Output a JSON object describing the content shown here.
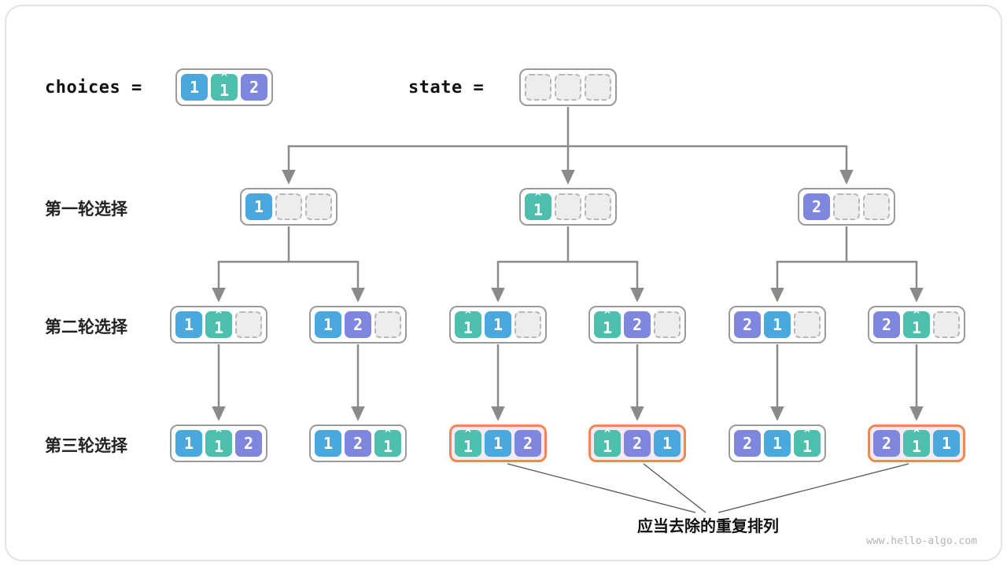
{
  "figure": {
    "watermark": "www.hello-algo.com",
    "duplicate_note": "应当去除的重复排列"
  },
  "header": {
    "choices_label": "choices =",
    "state_label": "state =",
    "choices_box": {
      "cells": [
        "one",
        "one-hat",
        "two"
      ],
      "highlight": false
    },
    "state_box": {
      "cells": [
        "empty",
        "empty",
        "empty"
      ],
      "highlight": false
    }
  },
  "cell_defs": {
    "one": {
      "value": "1",
      "color": "#4aa8dd"
    },
    "one-hat": {
      "value": "1",
      "hat": "^",
      "color": "#4cc0ac"
    },
    "two": {
      "value": "2",
      "color": "#7e86dd"
    },
    "empty": {
      "value": ""
    }
  },
  "rows": [
    {
      "label": "第一轮选择",
      "nodes": [
        {
          "cells": [
            "one",
            "empty",
            "empty"
          ],
          "highlight": false
        },
        {
          "cells": [
            "one-hat",
            "empty",
            "empty"
          ],
          "highlight": false
        },
        {
          "cells": [
            "two",
            "empty",
            "empty"
          ],
          "highlight": false
        }
      ]
    },
    {
      "label": "第二轮选择",
      "nodes": [
        {
          "cells": [
            "one",
            "one-hat",
            "empty"
          ],
          "highlight": false
        },
        {
          "cells": [
            "one",
            "two",
            "empty"
          ],
          "highlight": false
        },
        {
          "cells": [
            "one-hat",
            "one",
            "empty"
          ],
          "highlight": false
        },
        {
          "cells": [
            "one-hat",
            "two",
            "empty"
          ],
          "highlight": false
        },
        {
          "cells": [
            "two",
            "one",
            "empty"
          ],
          "highlight": false
        },
        {
          "cells": [
            "two",
            "one-hat",
            "empty"
          ],
          "highlight": false
        }
      ]
    },
    {
      "label": "第三轮选择",
      "nodes": [
        {
          "cells": [
            "one",
            "one-hat",
            "two"
          ],
          "highlight": false
        },
        {
          "cells": [
            "one",
            "two",
            "one-hat"
          ],
          "highlight": false
        },
        {
          "cells": [
            "one-hat",
            "one",
            "two"
          ],
          "highlight": true
        },
        {
          "cells": [
            "one-hat",
            "two",
            "one"
          ],
          "highlight": true
        },
        {
          "cells": [
            "two",
            "one",
            "one-hat"
          ],
          "highlight": false
        },
        {
          "cells": [
            "two",
            "one-hat",
            "one"
          ],
          "highlight": true
        }
      ]
    }
  ],
  "colors": {
    "arrow": "#8a8a8a",
    "note_line": "#555555",
    "highlight_border": "#f0874f",
    "node_border": "#9a9a9a"
  }
}
